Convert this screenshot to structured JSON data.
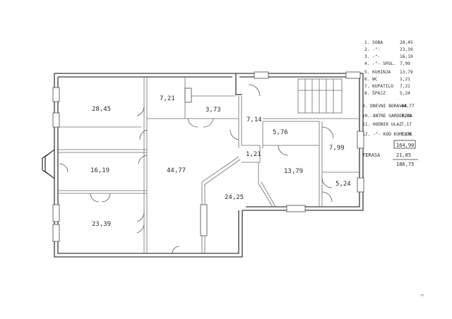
{
  "rooms": [
    {
      "label": "28,45"
    },
    {
      "label": "7,21"
    },
    {
      "label": "3,73"
    },
    {
      "label": "7,14"
    },
    {
      "label": "5,76"
    },
    {
      "label": "1,21"
    },
    {
      "label": "7,99"
    },
    {
      "label": "16,19"
    },
    {
      "label": "44,77"
    },
    {
      "label": "13,79"
    },
    {
      "label": "5,24"
    },
    {
      "label": "24,25"
    },
    {
      "label": "23,39"
    }
  ],
  "legend": {
    "rows": [
      {
        "name": "1. SOBA",
        "value": "28,45"
      },
      {
        "name": "2. -\"-",
        "value": "23,39"
      },
      {
        "name": "3. -\"-",
        "value": "16,19"
      },
      {
        "name": "4. -\"- SPOL.",
        "value": "7,99"
      },
      {
        "name": "5. KUHINJA",
        "value": "13,79"
      },
      {
        "name": "6. WC",
        "value": "1,21"
      },
      {
        "name": "7. KUPATILO",
        "value": "7,21"
      },
      {
        "name": "8. ŠPAJZ",
        "value": "5,24"
      },
      {
        "name": "9. DNEVNI BORAVAK",
        "value": "44,77"
      },
      {
        "name": "10. ANTRE GARDEROBA",
        "value": "3,73"
      },
      {
        "name": "11. HODNIK ULAZ",
        "value": "7,17"
      },
      {
        "name": "12. -\"- KOD KUHINJE",
        "value": "5,76"
      }
    ],
    "subtotal": "164,90",
    "terrace_label": "TERASA",
    "terrace_value": "21,85",
    "total": "186,75"
  },
  "side_note": "Э"
}
